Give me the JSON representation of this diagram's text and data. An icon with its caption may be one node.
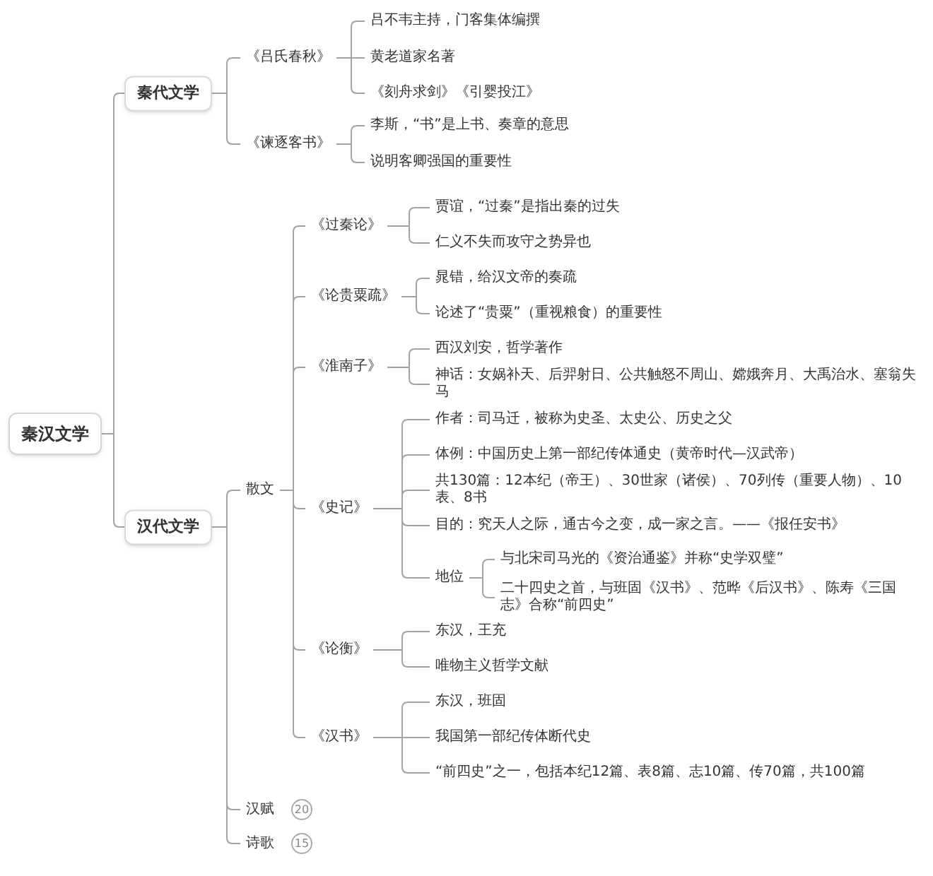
{
  "diagram": {
    "nodes": [
      {
        "text": [
          "秦汉文学"
        ]
      },
      {
        "text": [
          "秦代文学"
        ]
      },
      {
        "text": [
          "《吕氏春秋》"
        ]
      },
      {
        "text": [
          "吕不韦主持，门客集体编撰"
        ]
      },
      {
        "text": [
          "黄老道家名著"
        ]
      },
      {
        "text": [
          "《刻舟求剑》《引婴投江》"
        ]
      },
      {
        "text": [
          "《谏逐客书》"
        ]
      },
      {
        "text": [
          "李斯，“书”是上书、奏章的意思"
        ]
      },
      {
        "text": [
          "说明客卿强国的重要性"
        ]
      },
      {
        "text": [
          "汉代文学"
        ]
      },
      {
        "text": [
          "散文"
        ]
      },
      {
        "text": [
          "《过秦论》"
        ]
      },
      {
        "text": [
          "贾谊，“过秦”是指出秦的过失"
        ]
      },
      {
        "text": [
          "仁义不失而攻守之势异也"
        ]
      },
      {
        "text": [
          "《论贵粟疏》"
        ]
      },
      {
        "text": [
          "晁错，给汉文帝的奏疏"
        ]
      },
      {
        "text": [
          "论述了“贵粟”（重视粮食）的重要性"
        ]
      },
      {
        "text": [
          "《淮南子》"
        ]
      },
      {
        "text": [
          "西汉刘安，哲学著作"
        ]
      },
      {
        "text": [
          "神话：女娲补天、后羿射日、公共触怒不周山、嫦娥奔月、大禹治水、塞翁失马"
        ]
      },
      {
        "text": [
          "《史记》"
        ]
      },
      {
        "text": [
          "作者：司马迁，被称为史圣、太史公、历史之父"
        ]
      },
      {
        "text": [
          "体例：中国历史上第一部纪传体通史（黄帝时代—汉武帝）"
        ]
      },
      {
        "text": [
          "共130篇：12本纪（帝王）、30世家（诸侯）、70列传（重要人物）、10表、8书"
        ]
      },
      {
        "text": [
          "目的：究天人之际，通古今之变，成一家之言。——《报任安书》"
        ]
      },
      {
        "text": [
          "地位"
        ]
      },
      {
        "text": [
          "与北宋司马光的《资治通鉴》并称“史学双璧”"
        ]
      },
      {
        "text": [
          "二十四史之首，与班固《汉书》、范晔《后汉书》、陈寿《三国志》合称“前四史”"
        ]
      },
      {
        "text": [
          "《论衡》"
        ]
      },
      {
        "text": [
          "东汉，王充"
        ]
      },
      {
        "text": [
          "唯物主义哲学文献"
        ]
      },
      {
        "text": [
          "《汉书》"
        ]
      },
      {
        "text": [
          "东汉，班固"
        ]
      },
      {
        "text": [
          "我国第一部纪传体断代史"
        ]
      },
      {
        "text": [
          "“前四史”之一，包括本纪12篇、表8篇、志10篇、传70篇，共100篇"
        ]
      },
      {
        "text": [
          "汉赋"
        ],
        "beside": [
          "20"
        ]
      },
      {
        "text": [
          "诗歌"
        ],
        "beside": [
          "15"
        ]
      }
    ],
    "edges": [
      {
        "from": 0,
        "to": 1,
        "arrow": "none"
      },
      {
        "from": 1,
        "to": 2,
        "arrow": "none"
      },
      {
        "from": 2,
        "to": 3,
        "arrow": "none"
      },
      {
        "from": 2,
        "to": 4,
        "arrow": "none"
      },
      {
        "from": 2,
        "to": 5,
        "arrow": "none"
      },
      {
        "from": 1,
        "to": 6,
        "arrow": "none"
      },
      {
        "from": 6,
        "to": 7,
        "arrow": "none"
      },
      {
        "from": 6,
        "to": 8,
        "arrow": "none"
      },
      {
        "from": 0,
        "to": 9,
        "arrow": "none"
      },
      {
        "from": 9,
        "to": 10,
        "arrow": "none"
      },
      {
        "from": 10,
        "to": 11,
        "arrow": "none"
      },
      {
        "from": 11,
        "to": 12,
        "arrow": "none"
      },
      {
        "from": 11,
        "to": 13,
        "arrow": "none"
      },
      {
        "from": 10,
        "to": 14,
        "arrow": "none"
      },
      {
        "from": 14,
        "to": 15,
        "arrow": "none"
      },
      {
        "from": 14,
        "to": 16,
        "arrow": "none"
      },
      {
        "from": 10,
        "to": 17,
        "arrow": "none"
      },
      {
        "from": 17,
        "to": 18,
        "arrow": "none"
      },
      {
        "from": 17,
        "to": 19,
        "arrow": "none"
      },
      {
        "from": 10,
        "to": 20,
        "arrow": "none"
      },
      {
        "from": 20,
        "to": 21,
        "arrow": "none"
      },
      {
        "from": 20,
        "to": 22,
        "arrow": "none"
      },
      {
        "from": 20,
        "to": 23,
        "arrow": "none"
      },
      {
        "from": 20,
        "to": 24,
        "arrow": "none"
      },
      {
        "from": 20,
        "to": 25,
        "arrow": "none"
      },
      {
        "from": 25,
        "to": 26,
        "arrow": "none"
      },
      {
        "from": 25,
        "to": 27,
        "arrow": "none"
      },
      {
        "from": 10,
        "to": 28,
        "arrow": "none"
      },
      {
        "from": 28,
        "to": 29,
        "arrow": "none"
      },
      {
        "from": 28,
        "to": 30,
        "arrow": "none"
      },
      {
        "from": 10,
        "to": 31,
        "arrow": "none"
      },
      {
        "from": 31,
        "to": 32,
        "arrow": "none"
      },
      {
        "from": 31,
        "to": 33,
        "arrow": "none"
      },
      {
        "from": 31,
        "to": 34,
        "arrow": "none"
      },
      {
        "from": 9,
        "to": 35,
        "arrow": "none"
      },
      {
        "from": 9,
        "to": 36,
        "arrow": "none"
      }
    ]
  }
}
